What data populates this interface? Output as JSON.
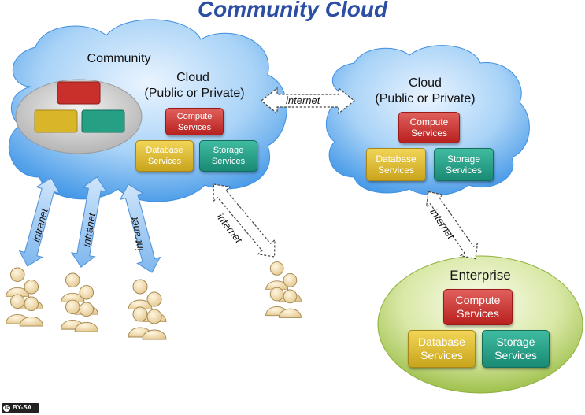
{
  "title": "Community Cloud",
  "community_cloud": {
    "community_label": "Community",
    "cloud_label_line1": "Cloud",
    "cloud_label_line2": "(Public or Private)",
    "compute": "Compute\nServices",
    "database": "Database\nServices",
    "storage": "Storage\nServices"
  },
  "remote_cloud": {
    "cloud_label_line1": "Cloud",
    "cloud_label_line2": "(Public or Private)",
    "compute": "Compute\nServices",
    "database": "Database\nServices",
    "storage": "Storage\nServices"
  },
  "enterprise": {
    "label": "Enterprise",
    "compute": "Compute\nServices",
    "database": "Database\nServices",
    "storage": "Storage\nServices"
  },
  "links": {
    "internet_top": "internet",
    "internet_users": "internet",
    "internet_enterprise": "internet",
    "intranet_1": "intranet",
    "intranet_2": "intranet",
    "intranet_3": "intranet"
  },
  "license_badge": "BY-SA",
  "colors": {
    "title": "#2c4fa3",
    "cloud_blue": "#5aa9ec",
    "enterprise_green": "#a9c84f",
    "compute_red": "#c9302c",
    "database_yellow": "#d9b52a",
    "storage_teal": "#26a085"
  }
}
